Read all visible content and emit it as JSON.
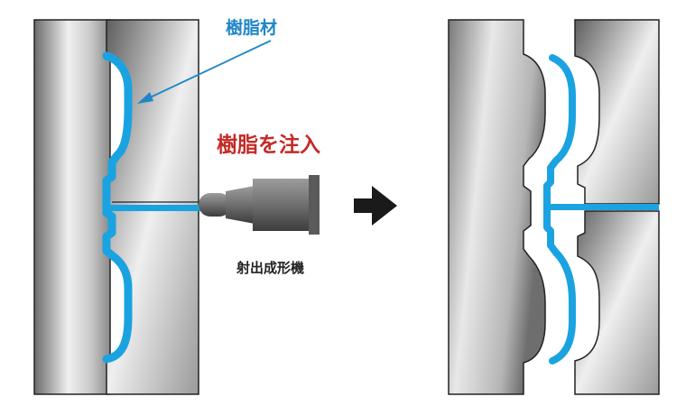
{
  "labels": {
    "resin": "樹脂材",
    "inject": "樹脂を注入",
    "machine": "射出成形機"
  },
  "colors": {
    "resin_blue": "#1aa3e0",
    "inject_red": "#c42a25",
    "label_blue": "#1e86c8",
    "arrow": "#1a1a1a"
  },
  "icons": {
    "arrow": "right-arrow-icon"
  }
}
